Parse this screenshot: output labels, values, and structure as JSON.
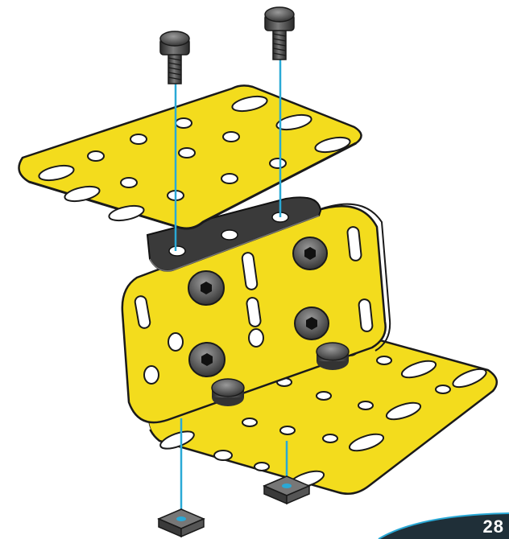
{
  "figure": {
    "type": "exploded assembly illustration",
    "page_number": "28"
  },
  "parts": {
    "plate_color": "#f3dc1d",
    "plate_edge_color": "#1a1a1a",
    "hole_color": "#ffffff",
    "bracket_color": "#3a3a3a",
    "bolt_color": "#555555",
    "guide_line_color": "#2aa9d6"
  },
  "icons": {
    "top_plate": "flat-perforated-plate",
    "middle_plate": "flanged-plate",
    "bottom_plate": "flat-perforated-plate",
    "bracket": "angle-bracket",
    "bolts": "hex-socket-bolt",
    "nuts": "square-nut"
  }
}
